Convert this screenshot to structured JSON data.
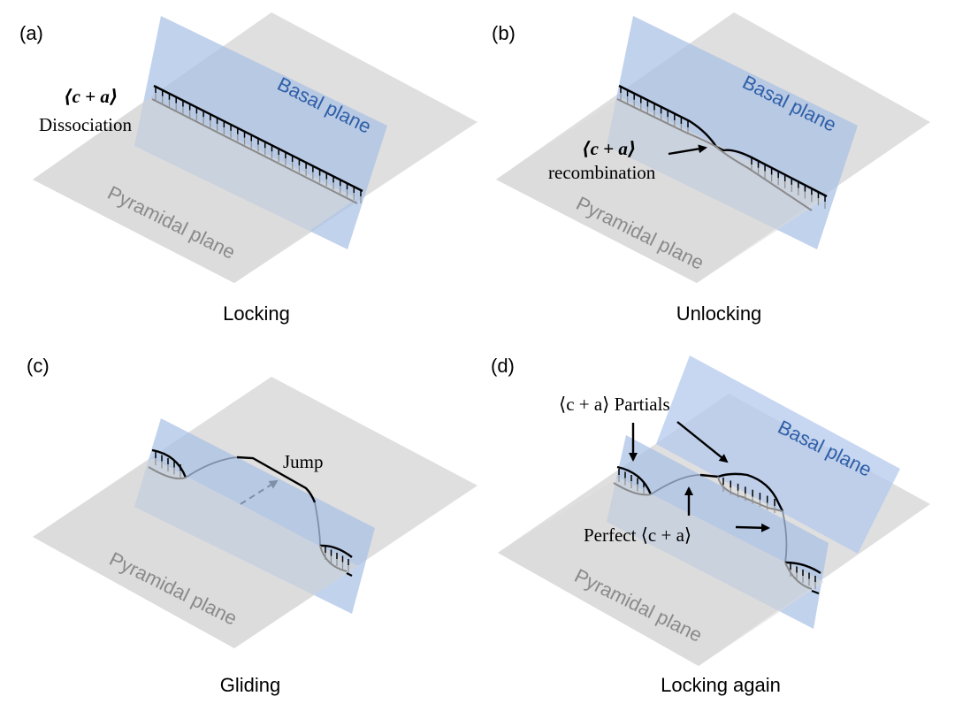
{
  "figure": {
    "panels": [
      {
        "id": "a",
        "label": "(a)",
        "caption": "Locking",
        "basal_label": "Basal plane",
        "pyramidal_label": "Pyramidal plane",
        "annotation_line1": "⟨c + a⟩",
        "annotation_line2": "Dissociation"
      },
      {
        "id": "b",
        "label": "(b)",
        "caption": "Unlocking",
        "basal_label": "Basal plane",
        "pyramidal_label": "Pyramidal plane",
        "annotation_line1": "⟨c + a⟩",
        "annotation_line2": "recombination"
      },
      {
        "id": "c",
        "label": "(c)",
        "caption": "Gliding",
        "pyramidal_label": "Pyramidal plane",
        "annotation_line1": "Jump"
      },
      {
        "id": "d",
        "label": "(d)",
        "caption": "Locking again",
        "basal_label": "Basal plane",
        "pyramidal_label": "Pyramidal plane",
        "annotation_line1": "⟨c + a⟩ Partials",
        "annotation_line2": "Perfect ⟨c + a⟩"
      }
    ],
    "colors": {
      "basal_text": "#2f5fa8",
      "pyramidal_text": "#8a8a8a",
      "basal_plane": "#a9c0e6",
      "pyramidal_plane": "#d9d9d9"
    }
  }
}
